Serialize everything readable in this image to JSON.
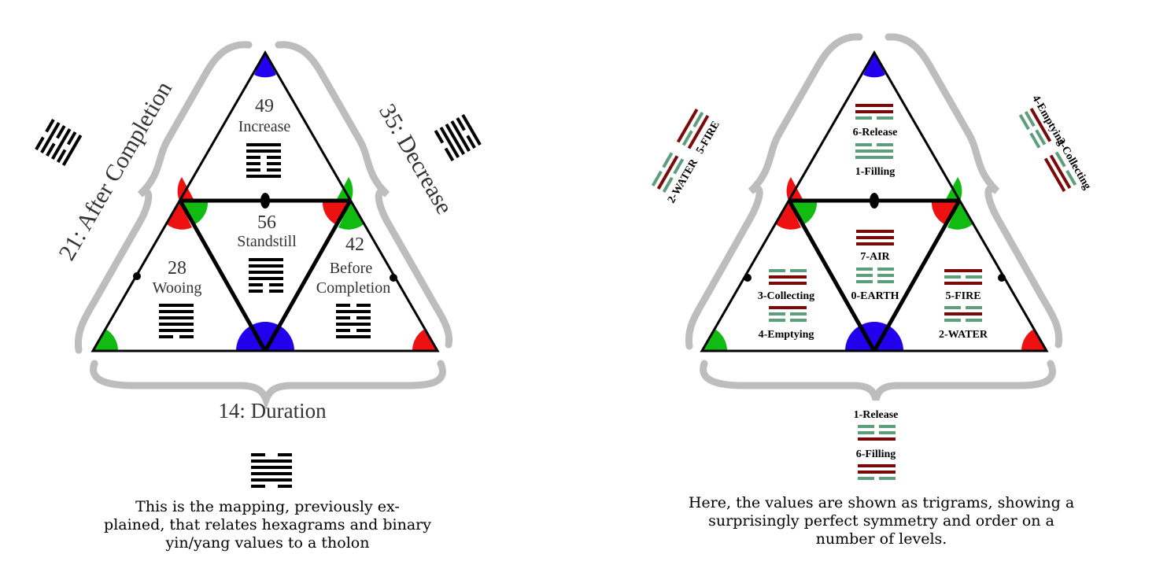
{
  "colors": {
    "bracket": "#bdbdbd",
    "red": "#ee1111",
    "green": "#11bb11",
    "blue": "#2200ee",
    "yang_line": "#7a0a0a",
    "yin_line": "#5d9e7c"
  },
  "left": {
    "side_labels": {
      "left": "21:  After Completion",
      "right": "35:  Decrease",
      "bottom": "14:  Duration"
    },
    "top": {
      "number": "49",
      "name": "Increase"
    },
    "center": {
      "number": "56",
      "name": "Standstill"
    },
    "left_tri": {
      "number": "28",
      "name": "Wooing"
    },
    "right_tri": {
      "number": "42",
      "name_line1": "Before",
      "name_line2": "Completion"
    },
    "caption": [
      "This is the mapping, previously ex-",
      "plained, that relates hexagrams and binary",
      "yin/yang values to a tholon"
    ]
  },
  "right": {
    "top": {
      "upper": "6-Release",
      "lower": "1-Filling"
    },
    "center": {
      "upper": "7-AIR",
      "lower": "0-EARTH"
    },
    "left_tri": {
      "upper": "3-Collecting",
      "lower": "4-Emptying"
    },
    "right_tri": {
      "upper": "5-FIRE",
      "lower": "2-WATER"
    },
    "outer_left": {
      "a": "2-WATER",
      "b": "5-FIRE"
    },
    "outer_right": {
      "a": "4-Emptying",
      "b": "3-Collecting"
    },
    "outer_bottom": {
      "upper": "1-Release",
      "lower": "6-Filling"
    },
    "caption": [
      "Here, the values are shown as trigrams, showing a",
      "surprisingly perfect symmetry and order on a",
      "number of levels."
    ]
  }
}
